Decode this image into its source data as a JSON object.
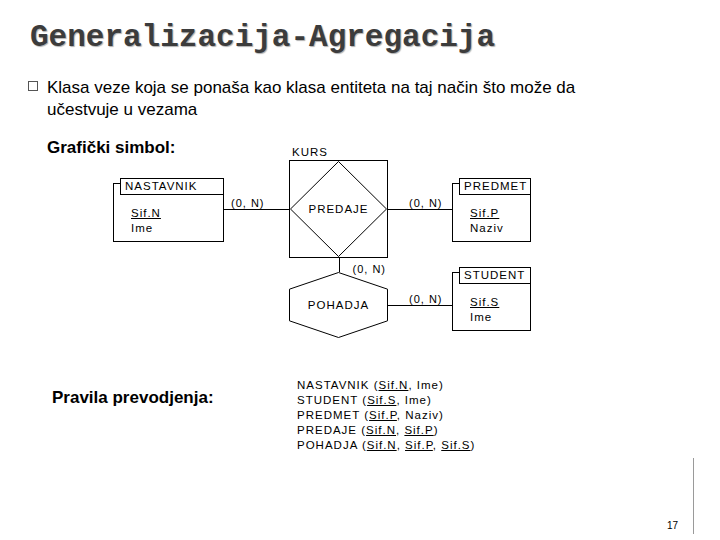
{
  "diagram": {
    "title": "Generalizacija-Agregacija",
    "nodes": [
      {
        "text": [
          "NASTAVNIK",
          "Sif.N",
          "Ime"
        ]
      },
      {
        "text": [
          "KURS"
        ]
      },
      {
        "text": [
          "PREDAJE"
        ],
        "in": 1
      },
      {
        "text": [
          "PREDMET",
          "Sif.P",
          "Naziv"
        ]
      },
      {
        "text": [
          "POHADJA"
        ]
      },
      {
        "text": [
          "STUDENT",
          "Sif.S",
          "Ime"
        ]
      }
    ],
    "edges": [
      {
        "from": 0,
        "to": 2,
        "arrow": "none",
        "label": "(0, N)"
      },
      {
        "from": 2,
        "to": 3,
        "arrow": "none",
        "label": "(0, N)"
      },
      {
        "from": 1,
        "to": 4,
        "arrow": "none",
        "label": "(0, N)"
      },
      {
        "from": 4,
        "to": 5,
        "arrow": "none",
        "label": "(0, N)"
      }
    ],
    "labels": [
      "Klasa veze koja se ponaša kao klasa entiteta na taj način što može da učestvuje u vezama",
      "Grafički simbol:",
      "Pravila prevodjenja:",
      "NASTAVNIK (Sif.N, Ime)",
      "STUDENT (Sif.S, Ime)",
      "PREDMET (Sif.P, Naziv)",
      "PREDAJE (Sif.N, Sif.P)",
      "POHADJA (Sif.N, Sif.P, Sif.S)",
      "17"
    ]
  }
}
